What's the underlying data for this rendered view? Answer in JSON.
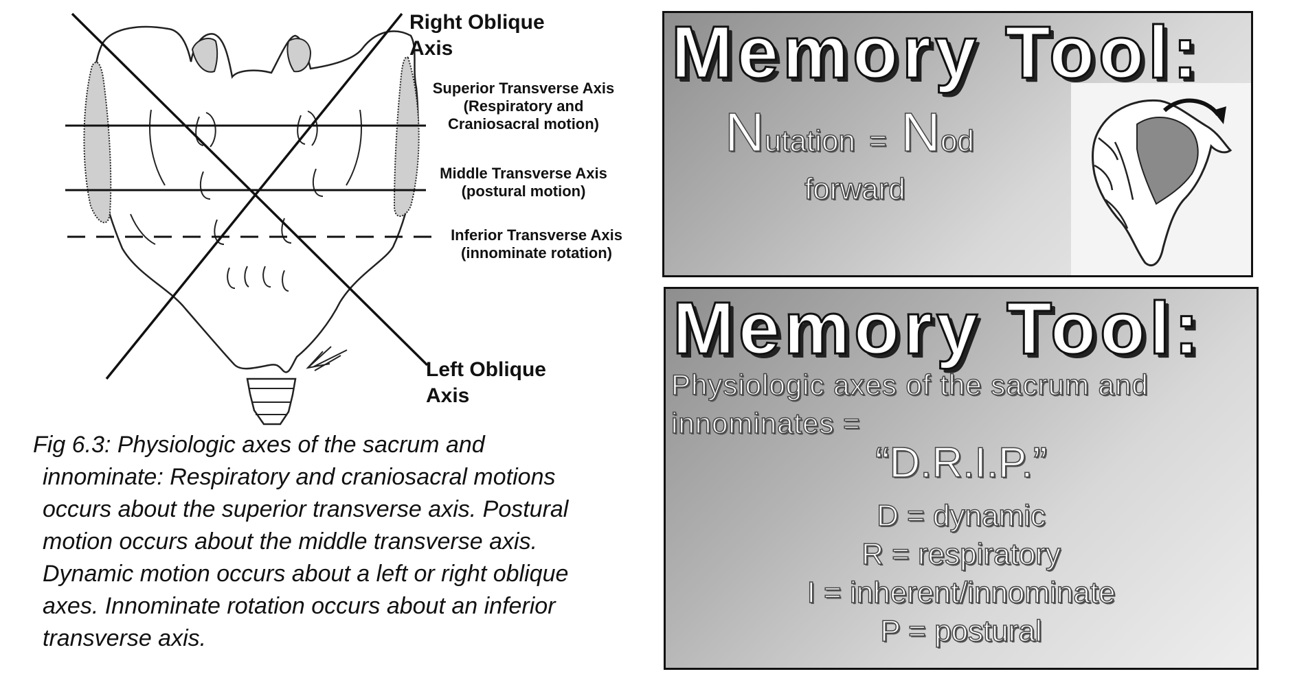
{
  "figure": {
    "labels": {
      "right_oblique": [
        "Right Oblique",
        "Axis"
      ],
      "superior": [
        "Superior Transverse Axis",
        "(Respiratory and",
        "Craniosacral motion)"
      ],
      "middle": [
        "Middle Transverse Axis",
        "(postural motion)"
      ],
      "inferior": [
        "Inferior Transverse Axis",
        "(innominate rotation)"
      ],
      "left_oblique": [
        "Left Oblique",
        "Axis"
      ]
    },
    "caption": [
      "Fig 6.3:  Physiologic axes of the sacrum and",
      "innominate:  Respiratory and craniosacral motions",
      "occurs about the superior transverse axis.  Postural",
      "motion occurs about the middle transverse axis.",
      "Dynamic motion occurs about a left or right oblique",
      "axes.  Innominate rotation occurs about an inferior",
      "transverse axis."
    ]
  },
  "memory_tool_1": {
    "heading": "Memory Tool:",
    "line_cap_1": "N",
    "line_rest_1": "utation",
    "equals": "=",
    "line_cap_2": "N",
    "line_rest_2": "od",
    "line2": "forward",
    "illustration": "sacrum-nutation-icon"
  },
  "memory_tool_2": {
    "heading": "Memory Tool:",
    "intro": [
      "Physiologic axes of the sacrum and",
      "innominates ="
    ],
    "mnemonic": "“D.R.I.P.”",
    "items": [
      "D = dynamic",
      "R = respiratory",
      "I = inherent/innominate",
      "P = postural"
    ]
  }
}
